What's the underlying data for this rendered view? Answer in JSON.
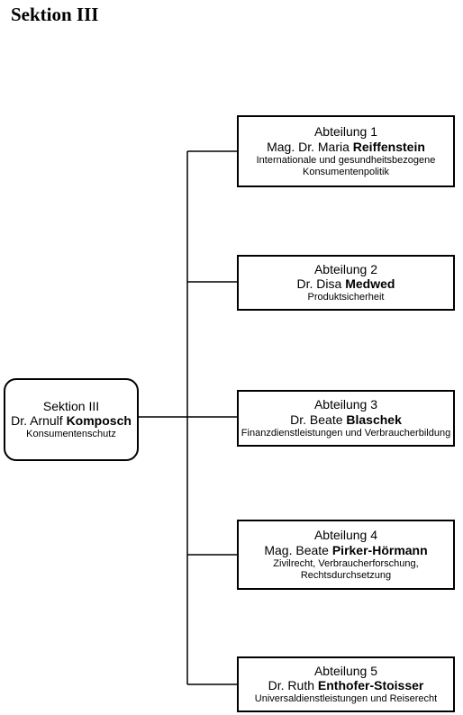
{
  "title": "Sektion III",
  "root": {
    "line1": "Sektion III",
    "prefix": "Dr. Arnulf ",
    "surname": "Komposch",
    "desc": "Konsumentenschutz"
  },
  "departments": [
    {
      "label": "Abteilung 1",
      "prefix": "Mag. Dr. Maria ",
      "surname": "Reiffenstein",
      "desc_lines": [
        "Internationale und gesundheitsbezogene",
        "Konsumentenpolitik"
      ]
    },
    {
      "label": "Abteilung 2",
      "prefix": "Dr. Disa ",
      "surname": "Medwed",
      "desc_lines": [
        "Produktsicherheit"
      ]
    },
    {
      "label": "Abteilung 3",
      "prefix": "Dr. Beate ",
      "surname": "Blaschek",
      "desc_lines": [
        "Finanzdienstleistungen und Verbraucherbildung"
      ]
    },
    {
      "label": "Abteilung 4",
      "prefix": "Mag. Beate ",
      "surname": "Pirker-Hörmann",
      "desc_lines": [
        "Zivilrecht, Verbraucherforschung,",
        "Rechtsdurchsetzung"
      ]
    },
    {
      "label": "Abteilung 5",
      "prefix": "Dr. Ruth ",
      "surname": "Enthofer-Stoisser",
      "desc_lines": [
        "Universaldienstleistungen und Reiserecht"
      ]
    }
  ]
}
